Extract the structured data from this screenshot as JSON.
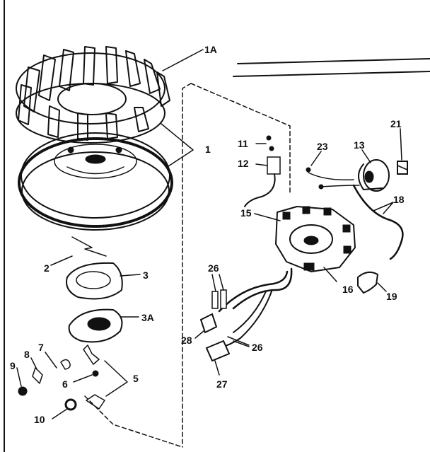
{
  "labels": {
    "l_1A": "1A",
    "l_1": "1",
    "l_2": "2",
    "l_3": "3",
    "l_3A": "3A",
    "l_5": "5",
    "l_6": "6",
    "l_7": "7",
    "l_8": "8",
    "l_9": "9",
    "l_10": "10",
    "l_11": "11",
    "l_12": "12",
    "l_13": "13",
    "l_15": "15",
    "l_16": "16",
    "l_18": "18",
    "l_19": "19",
    "l_21": "21",
    "l_23": "23",
    "l_26a": "26",
    "l_26b": "26",
    "l_27": "27",
    "l_28": "28"
  },
  "colors": {
    "ink": "#111111",
    "paper": "#ffffff"
  }
}
